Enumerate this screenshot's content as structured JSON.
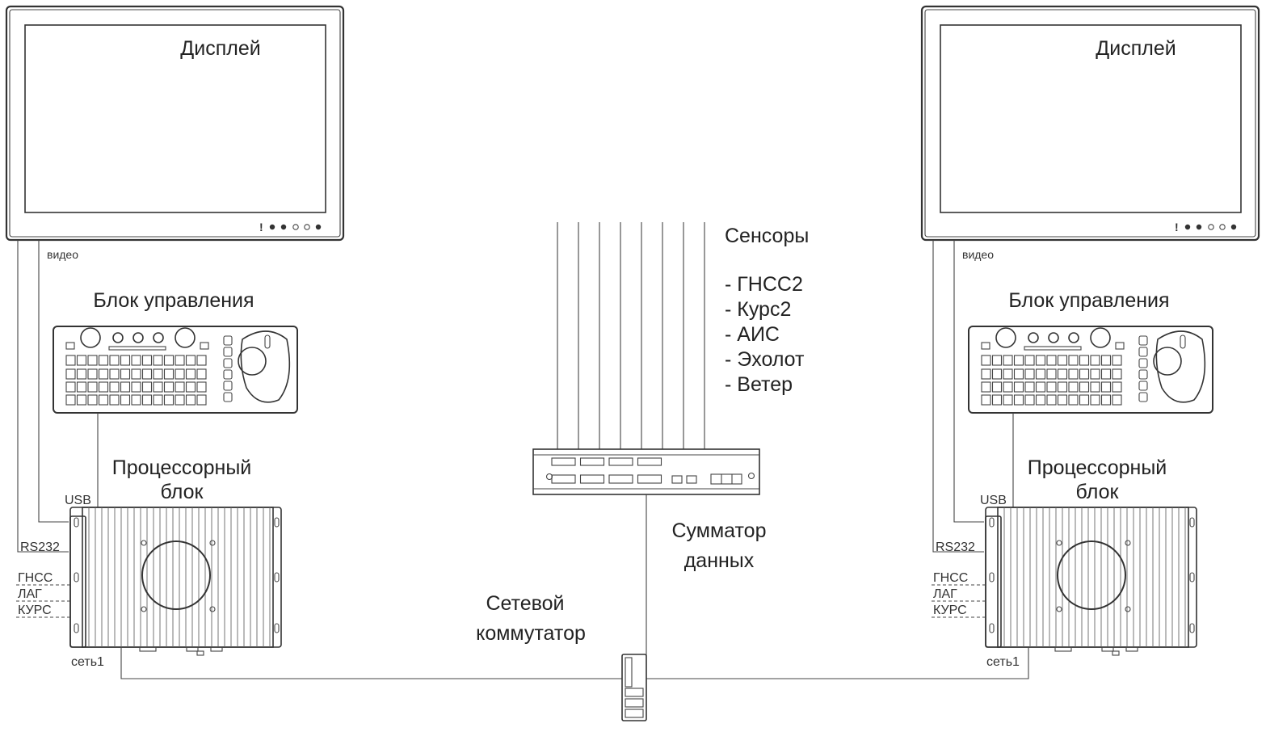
{
  "stations": [
    {
      "display_label": "Дисплей",
      "video_label": "видео",
      "control_unit_label": "Блок управления",
      "processor_label_1": "Процессорный",
      "processor_label_2": "блок",
      "usb_label": "USB",
      "rs232_label": "RS232",
      "gnss_label": "ГНСС",
      "lag_label": "ЛАГ",
      "kurs_label": "КУРС",
      "net_label": "сеть1"
    },
    {
      "display_label": "Дисплей",
      "video_label": "видео",
      "control_unit_label": "Блок управления",
      "processor_label_1": "Процессорный",
      "processor_label_2": "блок",
      "usb_label": "USB",
      "rs232_label": "RS232",
      "gnss_label": "ГНСС",
      "lag_label": "ЛАГ",
      "kurs_label": "КУРС",
      "net_label": "сеть1"
    }
  ],
  "sensors": {
    "title": "Сенсоры",
    "items": [
      "- ГНСС2",
      "- Курс2",
      "- АИС",
      "- Эхолот",
      "- Ветер"
    ]
  },
  "summator": {
    "label_1": "Сумматор",
    "label_2": "данных"
  },
  "network_switch": {
    "label_1": "Сетевой",
    "label_2": "коммутатор"
  }
}
